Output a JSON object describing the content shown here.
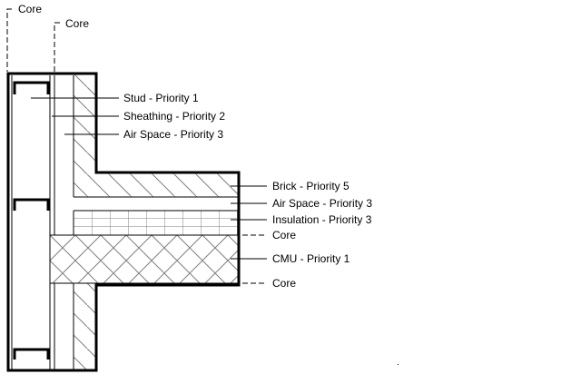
{
  "diagram": {
    "title": "Wall join section",
    "core_labels": {
      "left_outer": "Core",
      "left_inner": "Core",
      "right_upper": "Core",
      "right_lower": "Core"
    },
    "layer_callouts": [
      {
        "id": "stud",
        "text": "Stud - Priority 1"
      },
      {
        "id": "sheathing",
        "text": "Sheathing - Priority 2"
      },
      {
        "id": "air-space-1",
        "text": "Air Space - Priority 3"
      },
      {
        "id": "brick",
        "text": "Brick - Priority 5"
      },
      {
        "id": "air-space-2",
        "text": "Air Space - Priority 3"
      },
      {
        "id": "insulation",
        "text": "Insulation - Priority 3"
      },
      {
        "id": "cmu",
        "text": "CMU - Priority 1"
      }
    ],
    "colors": {
      "line": "#000000",
      "hatch": "#808080",
      "background": "#ffffff"
    }
  }
}
